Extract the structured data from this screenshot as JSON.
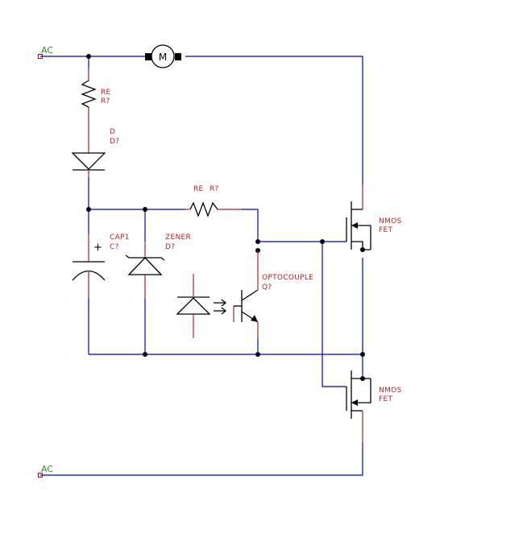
{
  "ports": {
    "ac_top": "AC",
    "ac_bottom": "AC"
  },
  "motor": {
    "symbol": "M"
  },
  "resistor_1": {
    "name": "RE",
    "ref": "R?"
  },
  "diode": {
    "name": "D",
    "ref": "D?"
  },
  "resistor_2": {
    "name": "RE",
    "ref": "R?"
  },
  "capacitor": {
    "name": "CAP1",
    "ref": "C?",
    "polarity": "+"
  },
  "zener": {
    "name": "ZENER",
    "ref": "D?"
  },
  "optocoupler": {
    "name": "OPTOCOUPLE",
    "ref": "Q?"
  },
  "fet_top": {
    "name": "NMOS",
    "type": "FET"
  },
  "fet_bottom": {
    "name": "NMOS",
    "type": "FET"
  },
  "colors": {
    "wire": "#0000c8",
    "component_lead": "#b22222",
    "label": "#b22222",
    "port_label": "#2e8b2e",
    "symbol": "#000000"
  }
}
